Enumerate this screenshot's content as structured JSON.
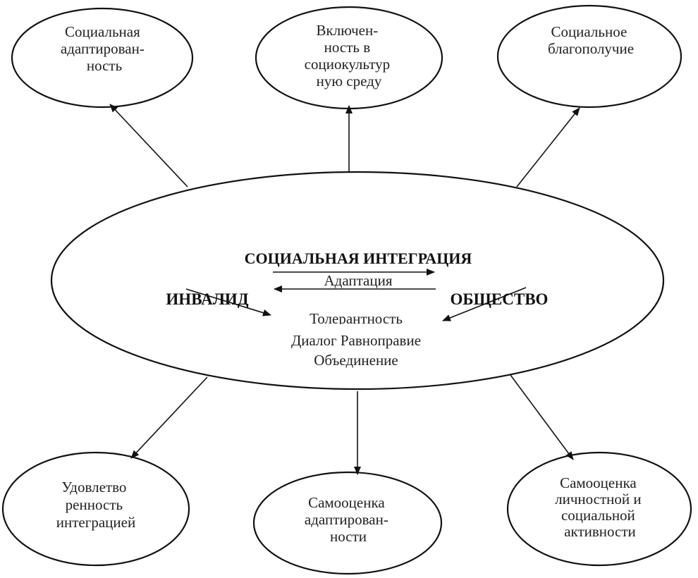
{
  "center": {
    "title": "СОЦИАЛЬНАЯ ИНТЕГРАЦИЯ",
    "left": "ИНВАЛИД",
    "right": "ОБЩЕСТВО",
    "adaptation": "Адаптация",
    "line1": "Толерантность",
    "line2": "Диалог Равноправие",
    "line3": "Объединение"
  },
  "top_nodes": [
    {
      "lines": [
        "Социальная",
        "адаптирован-",
        "ность"
      ]
    },
    {
      "lines": [
        "Включен-",
        "ность в",
        "социокультур",
        "ную среду"
      ]
    },
    {
      "lines": [
        "Социальное",
        "благополучие"
      ]
    }
  ],
  "bottom_nodes": [
    {
      "lines": [
        "Удовлетво",
        "ренность",
        "интеграцией"
      ]
    },
    {
      "lines": [
        "Самооценка",
        "адаптирован-",
        "ности"
      ]
    },
    {
      "lines": [
        "Самооценка",
        "личностной и",
        "социальной",
        "активности"
      ]
    }
  ]
}
